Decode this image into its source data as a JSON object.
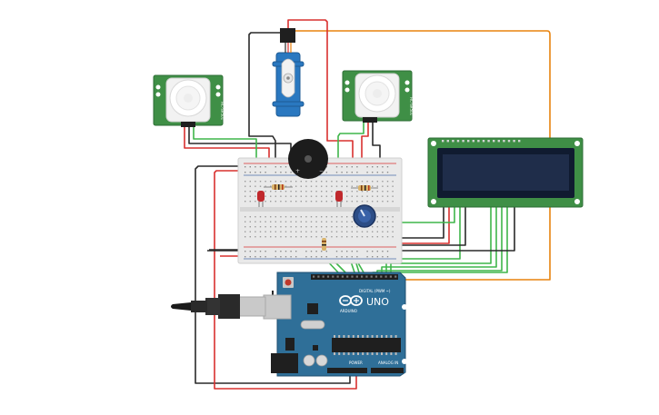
{
  "colors": {
    "pcb_green": "#3f8f46",
    "pcb_green_dark": "#2e6e35",
    "arduino_blue": "#2f6f98",
    "arduino_blue_dark": "#1f4f70",
    "lcd_screen": "#1f2d4a",
    "wire_red": "#d9302f",
    "wire_black": "#2a2a2a",
    "wire_green": "#3fb64a",
    "wire_orange": "#e8830f",
    "servo_blue": "#2a78c0",
    "breadboard": "#e9e9e9"
  },
  "pir_left": {
    "label_side": "HC-SR501",
    "icon": "pir-sensor-icon"
  },
  "pir_right": {
    "label_side": "HC-SR501",
    "icon": "pir-sensor-icon"
  },
  "arduino": {
    "brand": "ARDUINO",
    "model": "UNO",
    "digital_label": "DIGITAL (PWM ~)",
    "power_label": "POWER",
    "analog_label": "ANALOG IN"
  },
  "icons": {
    "servo": "servo-motor-icon",
    "buzzer": "piezo-buzzer-icon",
    "potentiometer": "potentiometer-icon",
    "lcd": "lcd-16x2-icon",
    "usb": "usb-cable-icon",
    "led": "led-icon",
    "resistor": "resistor-icon"
  }
}
